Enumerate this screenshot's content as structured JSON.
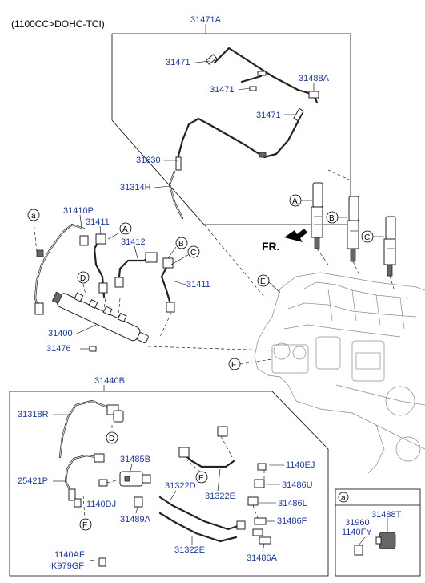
{
  "header": {
    "engine_label": "(1100CC>DOHC-TCI)"
  },
  "direction": {
    "label": "FR."
  },
  "circle_labels": {
    "a": "a",
    "A": "A",
    "B": "B",
    "C": "C",
    "D": "D",
    "E": "E",
    "F": "F"
  },
  "parts": {
    "p31471A": "31471A",
    "p31471_1": "31471",
    "p31471_2": "31471",
    "p31471_3": "31471",
    "p31488A": "31488A",
    "p31630": "31630",
    "p31314H": "31314H",
    "p31410P": "31410P",
    "p31411_1": "31411",
    "p31412": "31412",
    "p31411_2": "31411",
    "p31400": "31400",
    "p31476": "31476",
    "p31440B": "31440B",
    "p31318R": "31318R",
    "p31485B": "31485B",
    "p25421P": "25421P",
    "p1140DJ": "1140DJ",
    "p31322D": "31322D",
    "p31322E_1": "31322E",
    "p1140EJ": "1140EJ",
    "p31486U": "31486U",
    "p31486L": "31486L",
    "p31486F": "31486F",
    "p31489A": "31489A",
    "p31322E_2": "31322E",
    "p31486A": "31486A",
    "p1140AF": "1140AF",
    "pK979GF": "K979GF",
    "p31488T": "31488T",
    "p31960": "31960",
    "p1140FY": "1140FY"
  }
}
